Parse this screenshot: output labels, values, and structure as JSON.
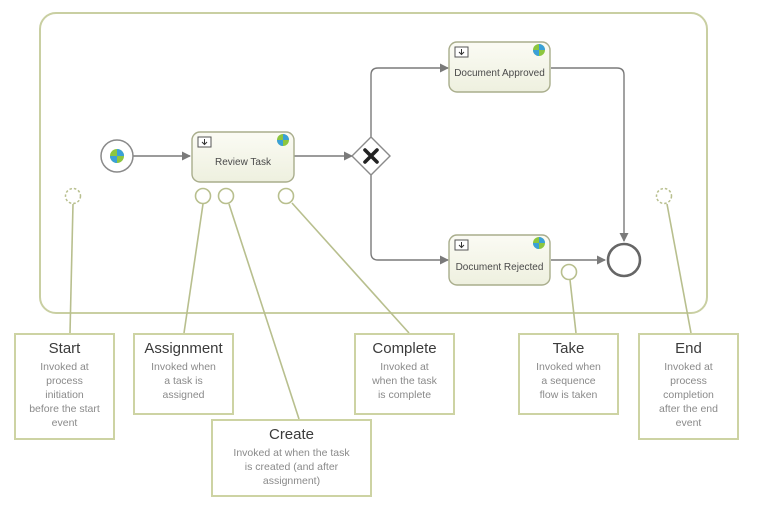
{
  "tasks": {
    "review": {
      "label": "Review Task"
    },
    "approved": {
      "label": "Document Approved"
    },
    "rejected": {
      "label": "Document Rejected"
    }
  },
  "callouts": {
    "start": {
      "title": "Start",
      "lines": [
        "Invoked at",
        "process",
        "initiation",
        "before the start",
        "event"
      ]
    },
    "assignment": {
      "title": "Assignment",
      "lines": [
        "Invoked when",
        "a task is",
        "assigned"
      ]
    },
    "create": {
      "title": "Create",
      "lines": [
        "Invoked at when the task",
        "is created (and after",
        "assignment)"
      ]
    },
    "complete": {
      "title": "Complete",
      "lines": [
        "Invoked at",
        "when the task",
        "is complete"
      ]
    },
    "take": {
      "title": "Take",
      "lines": [
        "Invoked when",
        "a sequence",
        "flow is taken"
      ]
    },
    "end": {
      "title": "End",
      "lines": [
        "Invoked at",
        "process",
        "completion",
        "after the end",
        "event"
      ]
    }
  },
  "colors": {
    "pool_border": "#c9cfa2",
    "task_fill": "#f7f7ee",
    "task_border": "#b5b99a",
    "flow": "#7a7a7a",
    "listener": "#b8bf8e",
    "callout_border": "#cdd3a3"
  }
}
